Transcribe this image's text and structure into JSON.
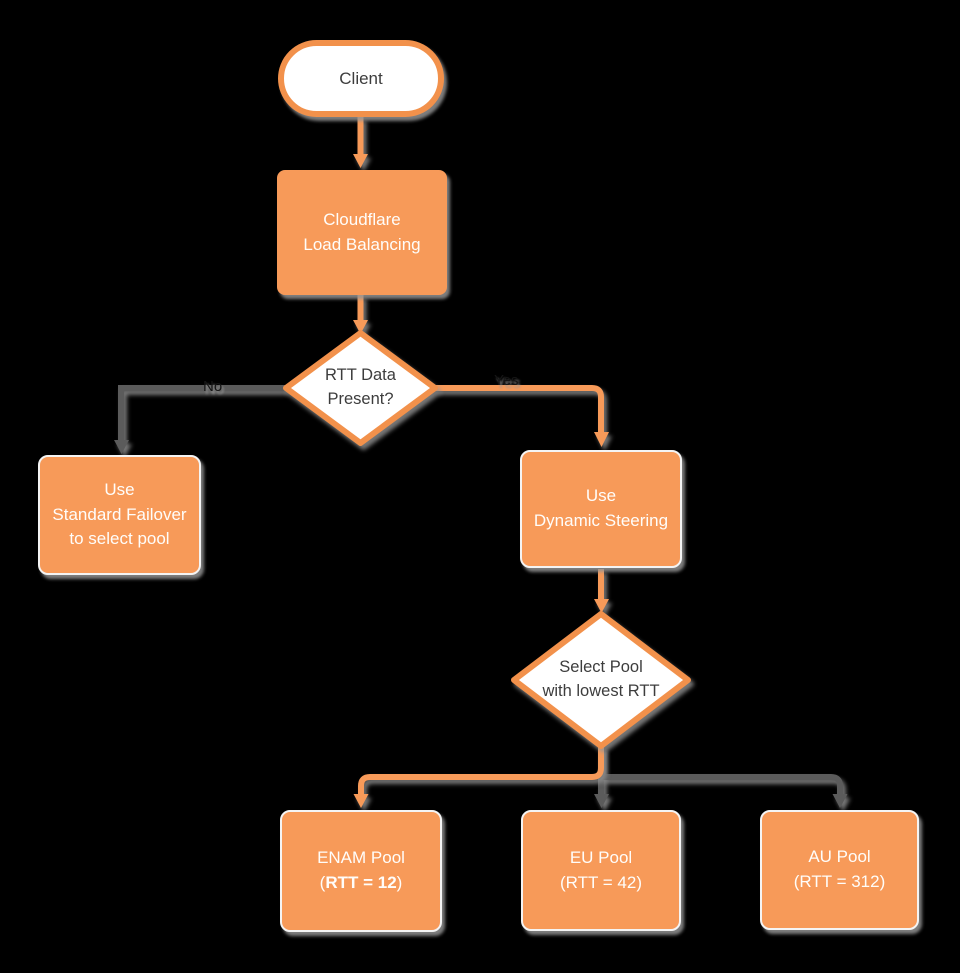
{
  "background": "#000000",
  "colors": {
    "orange_fill": "#F79A59",
    "orange_border": "#F2914B",
    "gray_connector": "#5B5B5B",
    "white_shape": "#FFFFFF",
    "dark_text": "#3D3D3D"
  },
  "nodes": {
    "client": {
      "label": "Client"
    },
    "load_balancer": {
      "label": "Cloudflare\nLoad Balancing"
    },
    "rtt_decision": {
      "label": "RTT Data\nPresent?"
    },
    "standard_failover": {
      "label": "Use\nStandard Failover\nto select pool"
    },
    "dynamic_steering": {
      "label": "Use\nDynamic Steering"
    },
    "select_pool_decision": {
      "label": "Select Pool\nwith lowest RTT"
    },
    "enam_pool": {
      "name": "ENAM Pool",
      "rtt_open": "(",
      "rtt_value": "RTT = 12",
      "rtt_close": ")"
    },
    "eu_pool": {
      "name": "EU Pool",
      "rtt": "(RTT = 42)"
    },
    "au_pool": {
      "name": "AU Pool",
      "rtt": "(RTT = 312)"
    }
  },
  "edges": {
    "no_label": "No",
    "yes_label": "Yes"
  }
}
